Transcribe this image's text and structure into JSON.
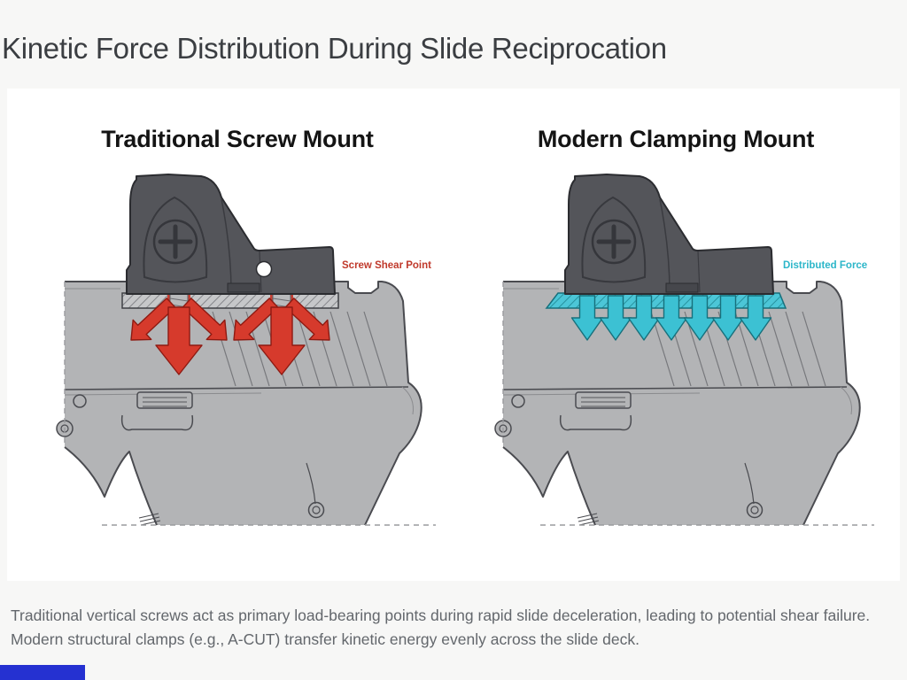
{
  "page": {
    "title": "Kinetic Force Distribution During Slide Reciprocation",
    "title_color": "#3b3e42",
    "background": "#f7f7f6"
  },
  "figure": {
    "background": "#ffffff",
    "panels": [
      {
        "id": "traditional",
        "heading": "Traditional Screw Mount",
        "annotation": "Screw Shear Point",
        "annotation_color": "#c0392b",
        "mount_type": "screws",
        "arrow_color": "#d63a2c",
        "arrow_outline": "#8e1a12",
        "plate_fill": "#c6c7c9",
        "plate_hatch": "#85868a",
        "plate_outline": "#3f4045"
      },
      {
        "id": "modern",
        "heading": "Modern Clamping Mount",
        "annotation": "Distributed Force",
        "annotation_color": "#2cb6c9",
        "mount_type": "clamp",
        "arrow_color": "#3cc1d3",
        "arrow_outline": "#17707c",
        "plate_fill": "#4cc6d7",
        "plate_hatch": "#27929f",
        "plate_outline": "#17707c"
      }
    ],
    "illustration_colors": {
      "slide": "#b3b4b6",
      "outline": "#4a4b50",
      "detail_line": "#8a8b8e",
      "serration": "#77787c",
      "optic": "#54555a",
      "optic_outline": "#2b2c30",
      "optic_detail": "#38393e",
      "screw": "#b9babc",
      "screw_accent": "#c84034",
      "dashed_cut": "#9a9b9e"
    }
  },
  "caption": {
    "text": "Traditional vertical screws act as primary load-bearing points during rapid slide deceleration, leading to potential shear failure. Modern structural clamps (e.g., A-CUT) transfer kinetic energy evenly across the slide deck.",
    "color": "#63676c"
  },
  "footer": {
    "blue_bar_color": "#2531d1"
  }
}
